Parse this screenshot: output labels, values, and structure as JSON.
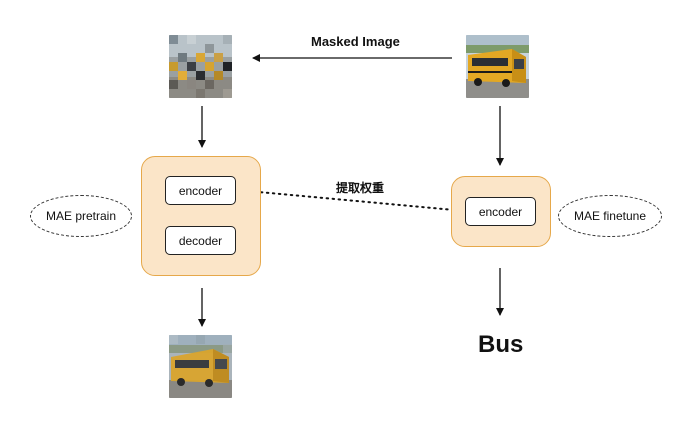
{
  "labels": {
    "masked_image": "Masked Image",
    "extract_weights": "提取权重",
    "output_class": "Bus"
  },
  "left_module": {
    "encoder": "encoder",
    "decoder": "decoder",
    "oval": "MAE pretrain"
  },
  "right_module": {
    "encoder": "encoder",
    "oval": "MAE finetune"
  },
  "colors": {
    "panel_fill": "#fbe5c8",
    "panel_border": "#e6a84a",
    "bus_yellow": "#e3a824"
  },
  "images": {
    "masked": "masked-bus-image",
    "original": "school-bus-image",
    "reconstructed": "reconstructed-bus-image"
  }
}
